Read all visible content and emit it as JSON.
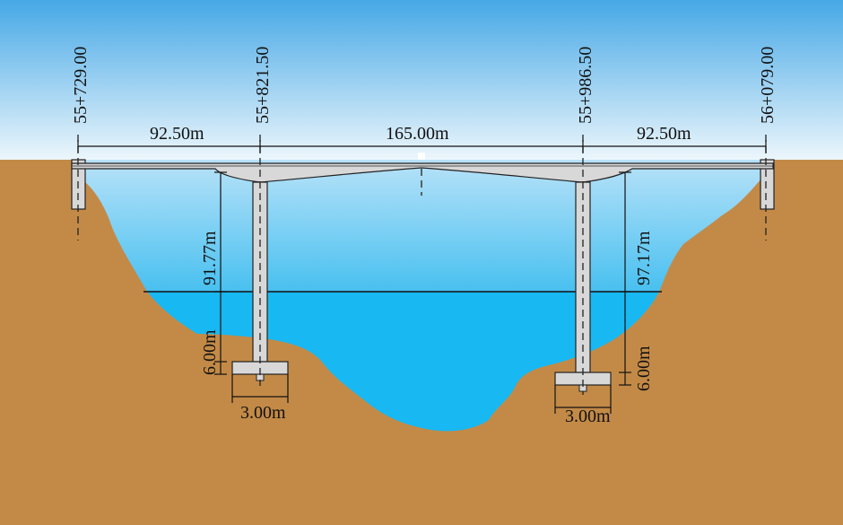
{
  "stations": {
    "left_abutment": "55+729.00",
    "pier_left": "55+821.50",
    "pier_right": "55+986.50",
    "right_abutment": "56+079.00"
  },
  "spans": {
    "left": "92.50m",
    "middle": "165.00m",
    "right": "92.50m"
  },
  "pier_heights": {
    "left": "91.77m",
    "right": "97.17m"
  },
  "foundation": {
    "left_depth": "6.00m",
    "right_depth": "6.00m",
    "left_width": "3.00m",
    "right_width": "3.00m"
  },
  "colors": {
    "sky_top": "#46a8e6",
    "sky_bottom": "#eef7fc",
    "ground": "#c38a47",
    "water": "#18b8f2",
    "bridge": "#d8d8d8",
    "line": "#111111"
  }
}
